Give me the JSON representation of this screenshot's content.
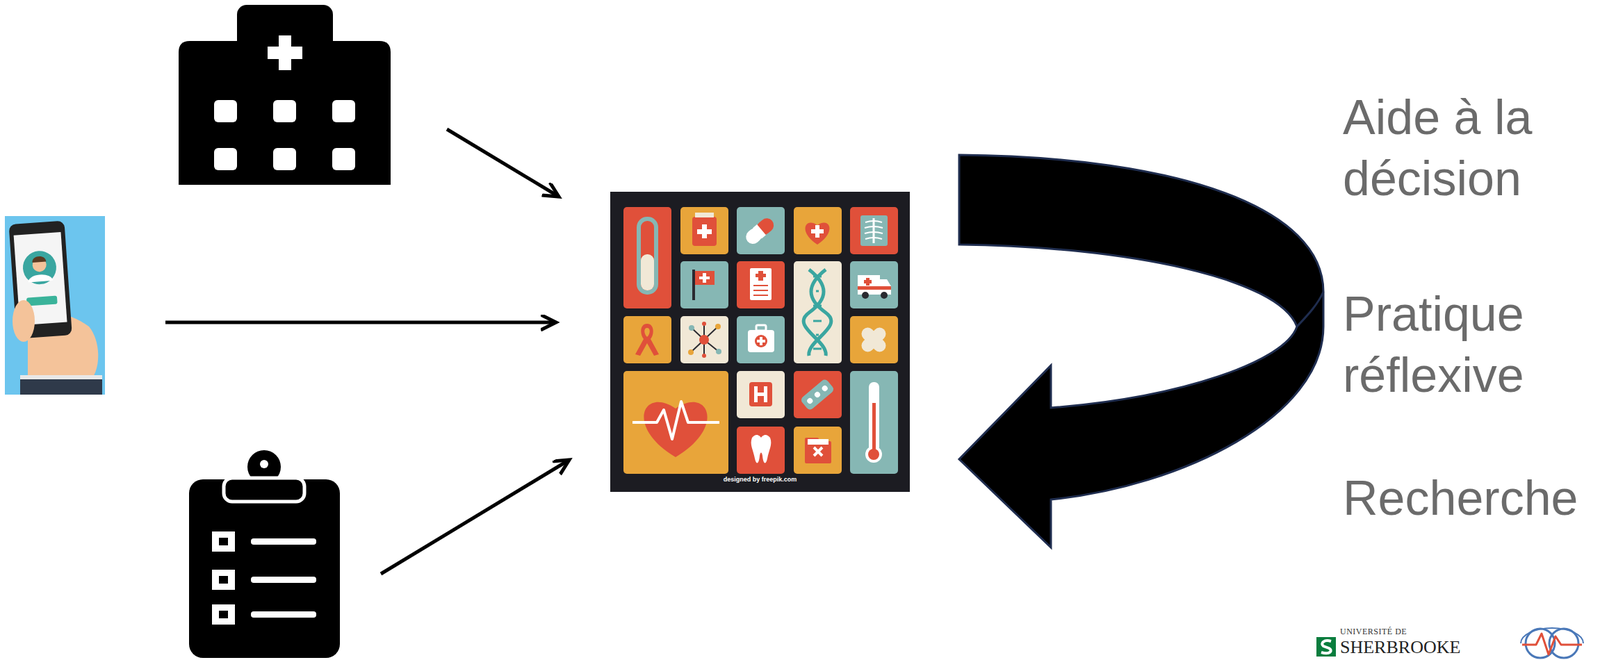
{
  "diagram": {
    "labels": [
      "Aide à la décision",
      "Pratique réflexive",
      "Recherche",
      "designed by freepik.com",
      "UNIVERSITÉ DE",
      "SHERBROOKE"
    ]
  }
}
